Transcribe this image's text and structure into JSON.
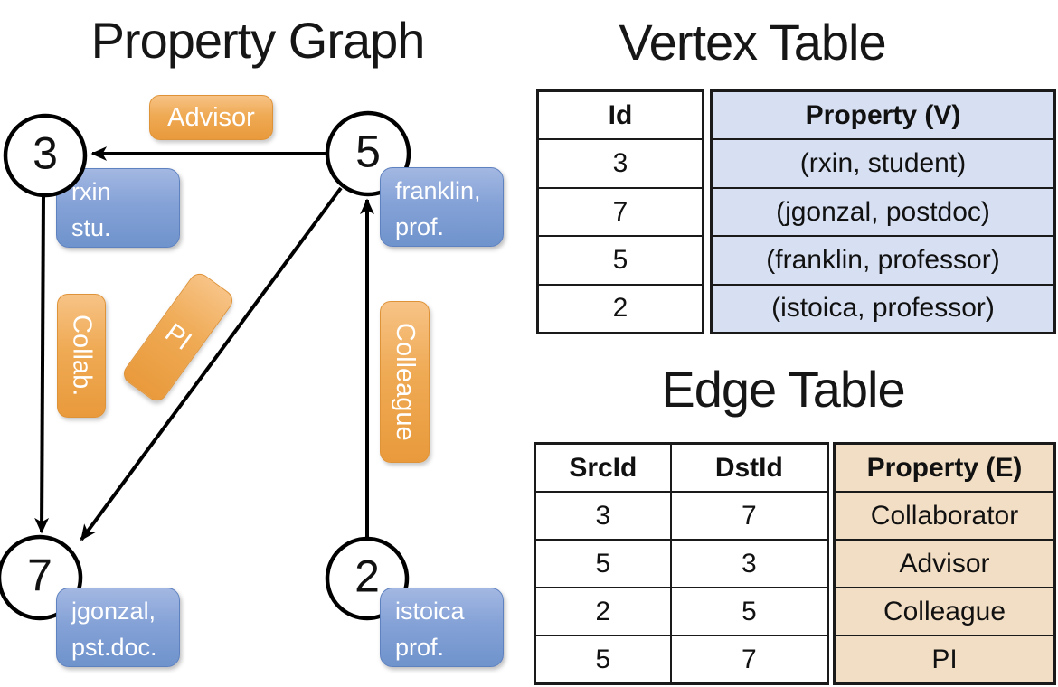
{
  "graph": {
    "title": "Property Graph",
    "nodes": [
      {
        "id": "3",
        "property_lines": [
          "rxin",
          "stu."
        ]
      },
      {
        "id": "5",
        "property_lines": [
          "franklin,",
          "prof."
        ]
      },
      {
        "id": "7",
        "property_lines": [
          "jgonzal,",
          "pst.doc."
        ]
      },
      {
        "id": "2",
        "property_lines": [
          "istoica",
          "prof."
        ]
      }
    ],
    "edges": [
      {
        "src": "5",
        "dst": "3",
        "label": "Advisor"
      },
      {
        "src": "3",
        "dst": "7",
        "label": "Collab."
      },
      {
        "src": "5",
        "dst": "7",
        "label": "PI"
      },
      {
        "src": "2",
        "dst": "5",
        "label": "Colleague"
      }
    ]
  },
  "vertex_table": {
    "title": "Vertex Table",
    "columns": [
      "Id",
      "Property (V)"
    ],
    "rows": [
      [
        "3",
        "(rxin, student)"
      ],
      [
        "7",
        "(jgonzal, postdoc)"
      ],
      [
        "5",
        "(franklin, professor)"
      ],
      [
        "2",
        "(istoica, professor)"
      ]
    ]
  },
  "edge_table": {
    "title": "Edge Table",
    "columns": [
      "SrcId",
      "DstId",
      "Property (E)"
    ],
    "rows": [
      [
        "3",
        "7",
        "Collaborator"
      ],
      [
        "5",
        "3",
        "Advisor"
      ],
      [
        "2",
        "5",
        "Colleague"
      ],
      [
        "5",
        "7",
        "PI"
      ]
    ]
  },
  "colors": {
    "edge_label_orange_top": "#F7C386",
    "edge_label_orange_bottom": "#E99A3C",
    "edge_label_border": "#DF9338",
    "vertex_box_blue_top": "#A3B8E2",
    "vertex_box_blue_bottom": "#6F93CC",
    "vertex_box_border": "#5E81BF",
    "vertex_property_column_bg": "#D7E0F2",
    "edge_property_column_bg": "#F2DEC4",
    "line_color": "#000000",
    "text_on_boxes": "#FFFFFF"
  }
}
